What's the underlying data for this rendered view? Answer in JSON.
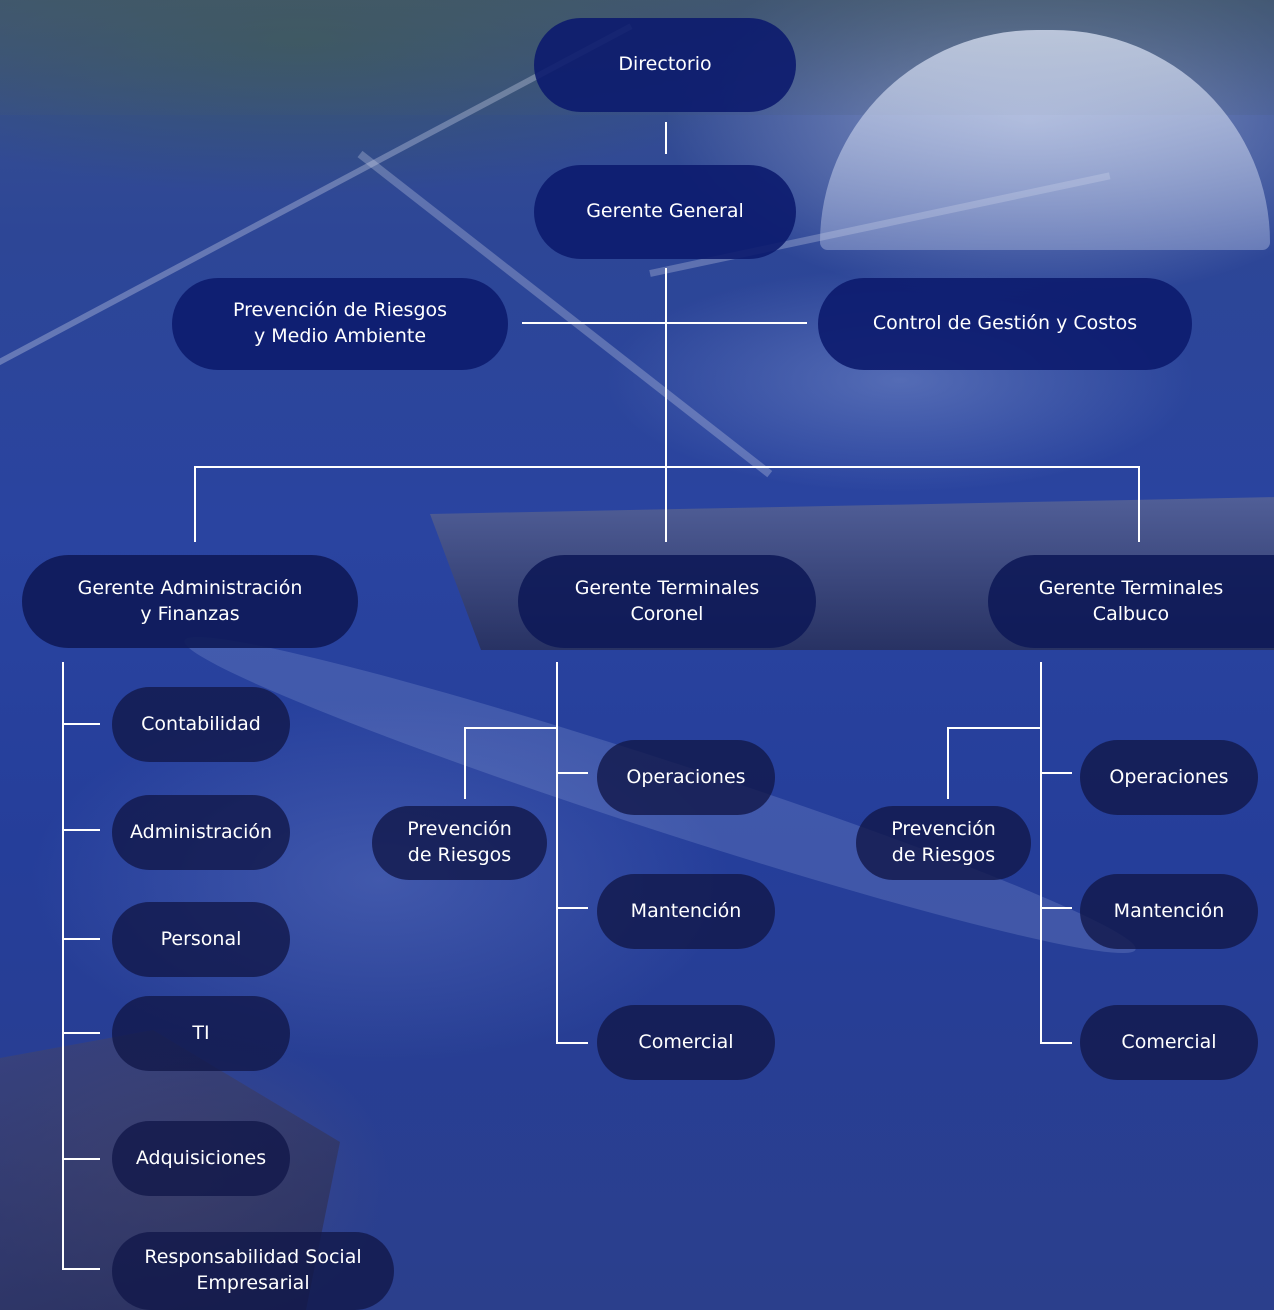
{
  "org_chart": {
    "directorio": "Directorio",
    "gerente_general": "Gerente General",
    "staff_left": {
      "line1": "Prevención de Riesgos",
      "line2": "y Medio Ambiente"
    },
    "staff_right": "Control de Gestión y Costos",
    "admin": {
      "title_line1": "Gerente Administración",
      "title_line2": "y Finanzas",
      "units": [
        "Contabilidad",
        "Administración",
        "Personal",
        "TI",
        "Adquisiciones"
      ],
      "last_unit": {
        "line1": "Responsabilidad Social",
        "line2": "Empresarial"
      }
    },
    "coronel": {
      "title_line1": "Gerente Terminales",
      "title_line2": "Coronel",
      "prevencion": {
        "line1": "Prevención",
        "line2": "de Riesgos"
      },
      "units": [
        "Operaciones",
        "Mantención",
        "Comercial"
      ]
    },
    "calbuco": {
      "title_line1": "Gerente Terminales",
      "title_line2": "Calbuco",
      "prevencion": {
        "line1": "Prevención",
        "line2": "de Riesgos"
      },
      "units": [
        "Operaciones",
        "Mantención",
        "Comercial"
      ]
    }
  }
}
